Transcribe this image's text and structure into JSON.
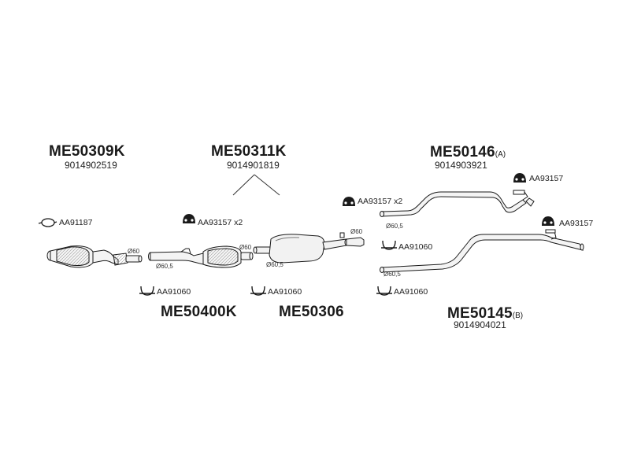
{
  "groups": {
    "me50309k": {
      "code": "ME50309K",
      "part_number": "9014902519"
    },
    "me50311k": {
      "code": "ME50311K",
      "part_number": "9014901819"
    },
    "me50146": {
      "code": "ME50146",
      "suffix": "(A)",
      "part_number": "9014903921"
    },
    "me50400k": {
      "code": "ME50400K"
    },
    "me50306": {
      "code": "ME50306"
    },
    "me50145": {
      "code": "ME50145",
      "suffix": "(B)",
      "part_number": "9014904021"
    }
  },
  "hardware": {
    "clamp_left": {
      "code": "AA91187",
      "icon": "pipe-clamp-icon"
    },
    "hanger_mid": {
      "code": "AA93157 x2",
      "icon": "rubber-hanger-icon"
    },
    "hanger_center": {
      "code": "AA93157 x2",
      "icon": "rubber-hanger-icon"
    },
    "hanger_top_right": {
      "code": "AA93157",
      "icon": "rubber-hanger-icon"
    },
    "hanger_right": {
      "code": "AA93157",
      "icon": "rubber-hanger-icon"
    },
    "clamp_a": {
      "code": "AA91060",
      "icon": "u-bolt-clamp-icon"
    },
    "clamp_b": {
      "code": "AA91060",
      "icon": "u-bolt-clamp-icon"
    },
    "clamp_c": {
      "code": "AA91060",
      "icon": "u-bolt-clamp-icon"
    },
    "clamp_d": {
      "code": "AA91060",
      "icon": "u-bolt-clamp-icon"
    }
  },
  "dimensions": {
    "d1": "Ø60",
    "d2": "Ø60",
    "d3": "Ø60,5",
    "d4": "Ø60",
    "d5": "Ø60,5",
    "d6": "Ø60,5",
    "d7": "Ø60,5"
  },
  "colors": {
    "line": "#1a1a1a",
    "fill": "#f2f2f2",
    "mesh": "#b5b5b5"
  }
}
